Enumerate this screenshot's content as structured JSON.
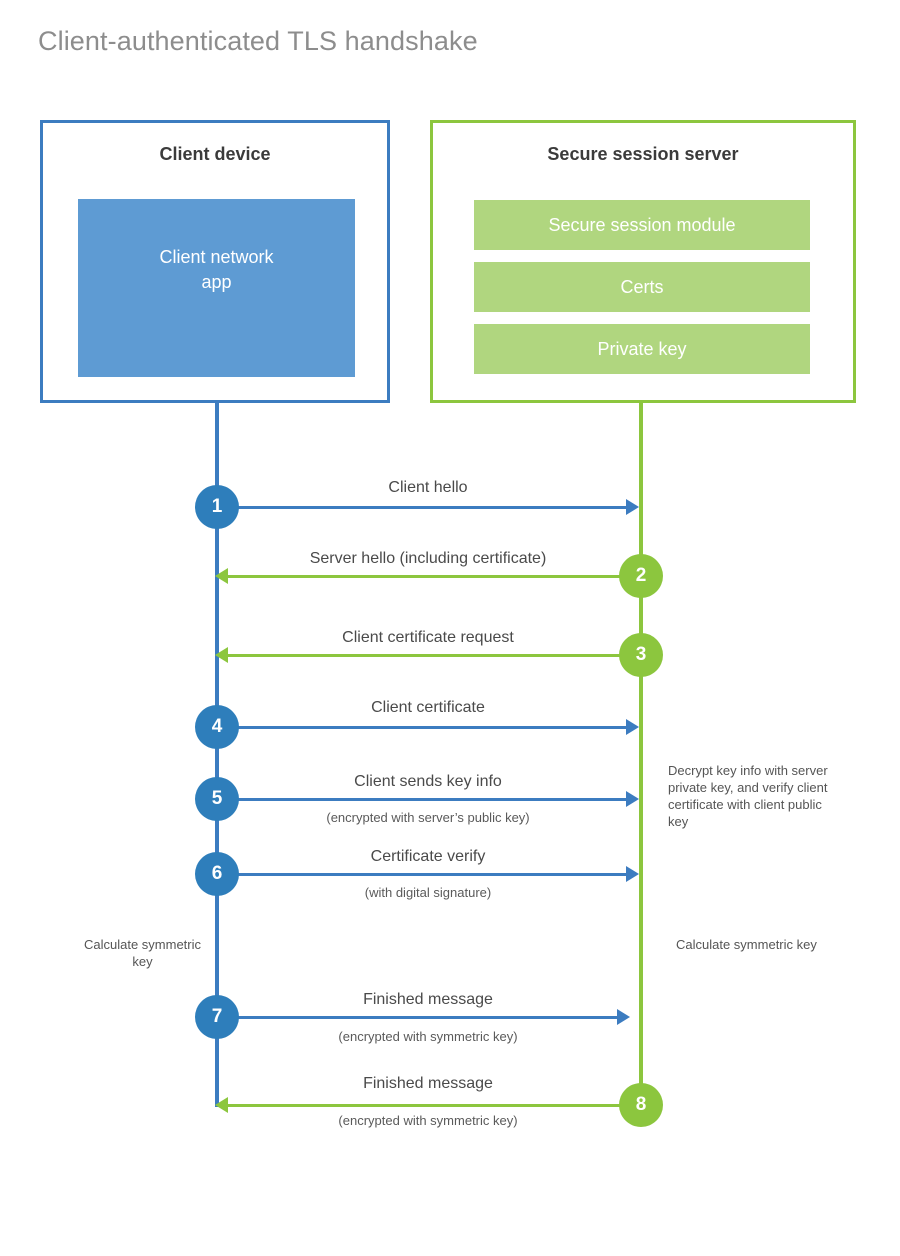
{
  "title": "Client-authenticated TLS handshake",
  "colors": {
    "client_border": "#3c7cc0",
    "client_fill": "#5e9bd3",
    "client_circle": "#2e7ebb",
    "server_border": "#8cc63e",
    "server_fill": "#b0d67f",
    "server_circle": "#8cc63e",
    "title_text": "#8d8d8d",
    "body_text": "#4a4a4a",
    "background": "#ffffff"
  },
  "actors": {
    "client": {
      "title": "Client device",
      "app_label": "Client network\napp"
    },
    "server": {
      "title": "Secure session server",
      "items": [
        {
          "label": "Secure session module"
        },
        {
          "label": "Certs"
        },
        {
          "label": "Private key"
        }
      ]
    }
  },
  "steps": [
    {
      "number": "1",
      "from": "client",
      "to": "server",
      "label": "Client hello",
      "sublabel": ""
    },
    {
      "number": "2",
      "from": "server",
      "to": "client",
      "label": "Server hello (including certificate)",
      "sublabel": ""
    },
    {
      "number": "3",
      "from": "server",
      "to": "client",
      "label": "Client certificate request",
      "sublabel": ""
    },
    {
      "number": "4",
      "from": "client",
      "to": "server",
      "label": "Client certificate",
      "sublabel": ""
    },
    {
      "number": "5",
      "from": "client",
      "to": "server",
      "label": "Client sends key info",
      "sublabel": "(encrypted with server’s public key)"
    },
    {
      "number": "6",
      "from": "client",
      "to": "server",
      "label": "Certificate verify",
      "sublabel": "(with digital signature)"
    },
    {
      "number": "7",
      "from": "client",
      "to": "server",
      "label": "Finished message",
      "sublabel": "(encrypted with symmetric key)"
    },
    {
      "number": "8",
      "from": "server",
      "to": "client",
      "label": "Finished message",
      "sublabel": "(encrypted with symmetric key)"
    }
  ],
  "notes": {
    "decrypt": "Decrypt key info with server private key, and verify client certificate with client public key",
    "calculate_client": "Calculate symmetric key",
    "calculate_server": "Calculate symmetric key"
  }
}
